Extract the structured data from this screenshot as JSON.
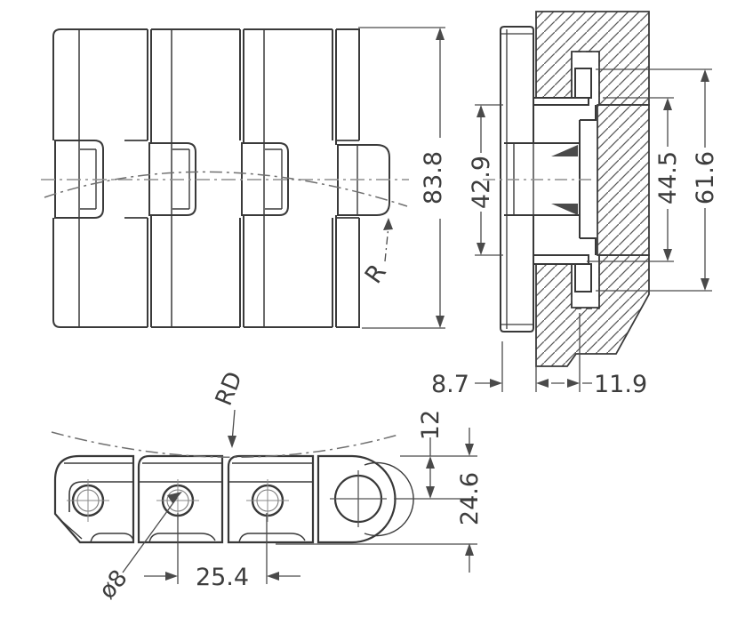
{
  "drawing": {
    "title": "conveyor-chain-engineering-drawing",
    "dimensions": {
      "overall_width": "83.8",
      "hinge_width": "42.9",
      "guide_clearance": "44.5",
      "tab_outer_width": "61.6",
      "plate_thickness": "8.7",
      "tab_inset": "11.9",
      "top_to_pin": "12",
      "link_height": "24.6",
      "pitch": "25.4",
      "pin_diameter": "ø8",
      "corner_radius_label": "R",
      "flex_radius_label": "RD"
    },
    "colors": {
      "line": "#3a3a3a",
      "dimension": "#474747",
      "centerline": "#8f8f8f",
      "background": "#ffffff"
    }
  }
}
